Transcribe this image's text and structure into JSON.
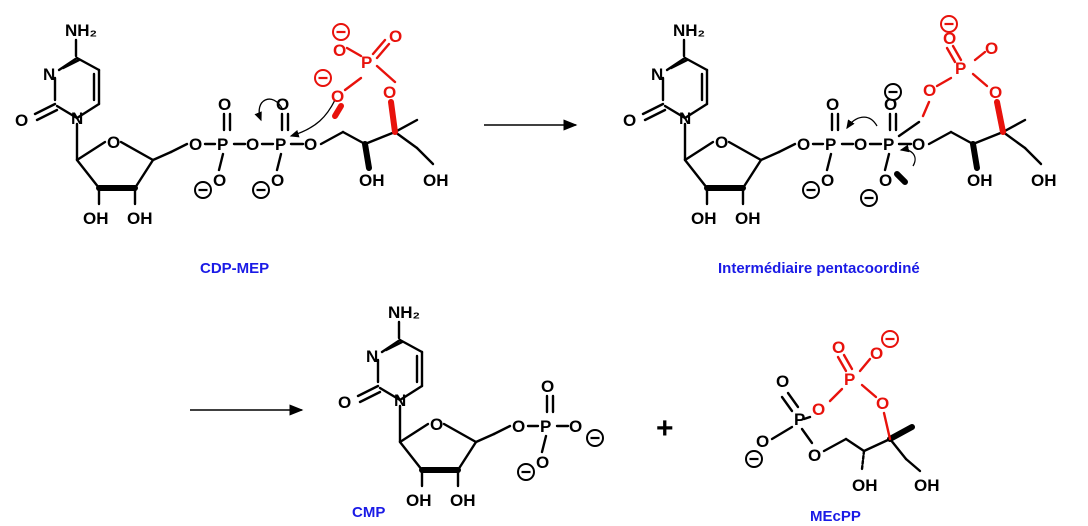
{
  "colors": {
    "label": "#1a1ae6",
    "red": "#e8120c",
    "ink": "#000000"
  },
  "atoms": {
    "NH2": "NH₂",
    "N": "N",
    "O": "O",
    "P": "P",
    "OH": "OH",
    "minus": "−"
  },
  "compounds": {
    "cdp_mep": {
      "label": "CDP-MEP"
    },
    "intermediate": {
      "label": "Intermédiaire pentacoordiné"
    },
    "cmp": {
      "label": "CMP"
    },
    "mecpp": {
      "label": "MEcPP"
    }
  },
  "plus_sign": "+"
}
